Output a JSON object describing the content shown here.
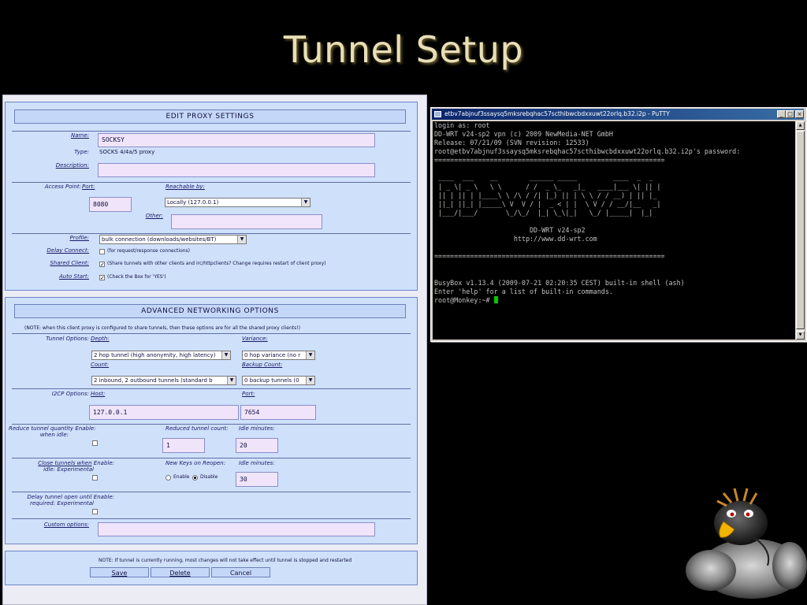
{
  "slide": {
    "title": "Tunnel Setup"
  },
  "edit_proxy": {
    "header": "EDIT PROXY SETTINGS",
    "name_label": "Name:",
    "name_value": "SOCKSY",
    "type_label": "Type:",
    "type_value": "SOCKS 4/4a/5 proxy",
    "description_label": "Description:",
    "description_value": "",
    "access_point_label": "Access Point:",
    "port_label": "Port:",
    "port_value": "8080",
    "reachable_label": "Reachable by:",
    "reachable_value": "Locally (127.0.0.1)",
    "other_label": "Other:",
    "other_value": "",
    "profile_label": "Profile:",
    "profile_value": "bulk connection (downloads/websites/BT)",
    "delay_connect_label": "Delay Connect:",
    "delay_connect_note": "(for request/response connections)",
    "delay_connect_checked": false,
    "shared_client_label": "Shared Client:",
    "shared_client_note": "(Share tunnels with other clients and irc/httpclients? Change requires restart of client proxy)",
    "shared_client_checked": true,
    "auto_start_label": "Auto Start:",
    "auto_start_note": "(Check the Box for 'YES')",
    "auto_start_checked": true
  },
  "advanced": {
    "header": "ADVANCED NETWORKING OPTIONS",
    "note": "(NOTE: when this client proxy is configured to share tunnels, then these options are for all the shared proxy clients!)",
    "tunnel_options_label": "Tunnel Options:",
    "depth_label": "Depth:",
    "depth_value": "2 hop tunnel (high anonymity, high latency)",
    "variance_label": "Variance:",
    "variance_value": "0 hop variance (no r",
    "count_label": "Count:",
    "count_value": "2 inbound, 2 outbound tunnels (standard b",
    "backup_count_label": "Backup Count:",
    "backup_count_value": "0 backup tunnels (0",
    "i2cp_label": "I2CP Options:",
    "host_label": "Host:",
    "host_value": "127.0.0.1",
    "i2cp_port_label": "Port:",
    "i2cp_port_value": "7654",
    "reduce_label": "Reduce tunnel quantity",
    "reduce_label2": "when idle:",
    "reduce_enable_label": "Enable:",
    "reduce_enable_checked": false,
    "reduced_count_label": "Reduced tunnel count:",
    "reduced_count_value": "1",
    "idle_minutes_label": "Idle minutes:",
    "idle_minutes_value": "20",
    "close_label": "Close tunnels when",
    "close_label2": "idle:",
    "close_experimental": "Experimental",
    "close_enable_label": "Enable:",
    "close_enable_checked": false,
    "new_keys_label": "New Keys on Reopen:",
    "new_keys_enable": "Enable",
    "new_keys_disable": "Disable",
    "new_keys_selected": "Disable",
    "close_idle_minutes_label": "Idle minutes:",
    "close_idle_minutes_value": "30",
    "delay_open_label": "Delay tunnel open until",
    "delay_open_label2": "required:",
    "delay_open_experimental": "Experimental",
    "delay_open_enable_label": "Enable:",
    "delay_open_checked": false,
    "custom_options_label": "Custom options:",
    "custom_options_value": ""
  },
  "footer": {
    "note": "NOTE: If tunnel is currently running, most changes will not take effect until tunnel is stopped and restarted",
    "save": "Save",
    "delete": "Delete",
    "cancel": "Cancel"
  },
  "putty": {
    "title": "etbv7abjnuf3ssaysq5mksrebqhac57scthibwcbdxxuwt22orlq.b32.i2p - PuTTY",
    "min_icon": "minimize-icon",
    "max_icon": "maximize-icon",
    "close_icon": "close-icon",
    "lines_top": "login as: root\nDD-WRT v24-sp2 vpn (c) 2009 NewMedia-NET GmbH\nRelease: 07/21/09 (SVN revision: 12533)\nroot@etbv7abjnuf3ssaysq5mksrebqhac57scthibwcbdxxuwt22orlq.b32.i2p's password:\n==========================================================",
    "ascii_logo": " ____  ___    __        ______ _____         ____  _  _\n | _ \\| _ \\   \\ \\      / /  _ \\_   _|_   ____|___ \\| || |\n || | || | |____\\ \\ /\\ / /| |_) || | \\ \\ / / __) | || |_\n ||_| ||_| |_____\\ V  V / |  _ < | |  \\ V / / __/|__   _|\n |___/|___/       \\_/\\_/  |_| \\_\\|_|   \\_/ |_____|  |_|",
    "lines_mid": "\n                        DD-WRT v24-sp2\n                    http://www.dd-wrt.com\n\n==========================================================\n\n\n",
    "lines_bottom": "BusyBox v1.13.4 (2009-07-21 02:20:35 CEST) built-in shell (ash)\nEnter 'help' for a list of built-in commands.\n",
    "prompt": "root@Monkey:~# "
  },
  "colors": {
    "form_frame": "#cfe0fb",
    "form_header": "#c5d7f8",
    "input_bg": "#f0e4fb",
    "title_gold": "#e9dfb7",
    "cursor_green": "#00cc00",
    "putty_title_blue": "#0a246a"
  }
}
